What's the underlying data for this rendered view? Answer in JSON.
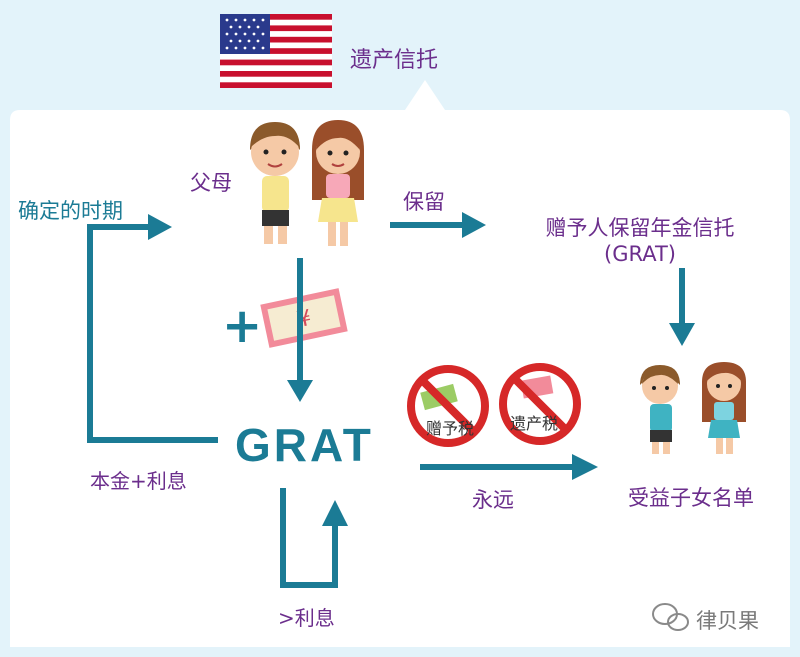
{
  "header": {
    "title": "遗产信托"
  },
  "diagram": {
    "parents_label": "父母",
    "fixed_period_label": "确定的时期",
    "retain_label": "保留",
    "grat_name": "赠予人保留年金信托",
    "grat_abbr": "(GRAT)",
    "grat_center": "GRAT",
    "principal_interest_label": "本金+利息",
    "forever_label": "永远",
    "beneficiaries_label": "受益子女名单",
    "excess_interest_label": ">利息",
    "plus_sign": "+",
    "money_symbol": "¥",
    "gift_tax_label": "赠予税",
    "estate_tax_label": "遗产税"
  },
  "brand": {
    "name": "律贝果"
  },
  "colors": {
    "background": "#e3f3fa",
    "panel": "#ffffff",
    "arrow": "#1b7b95",
    "label_purple": "#6b2e8c",
    "no_sign": "#d62828"
  }
}
